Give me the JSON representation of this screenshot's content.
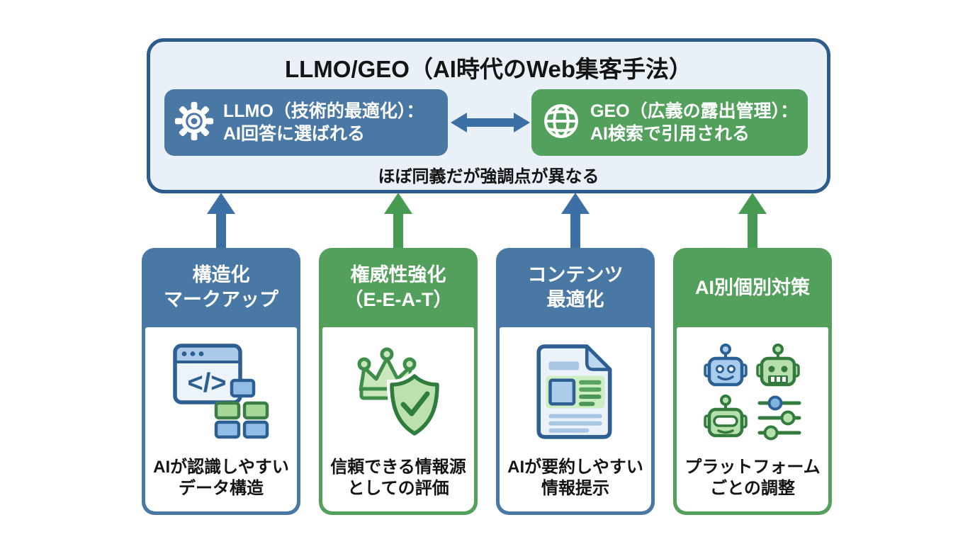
{
  "palette": {
    "blue": "#4a78a5",
    "green": "#53a05d",
    "outline_navy": "#2a5c8c",
    "panel_background": "#e9f0f8",
    "arrow_blue": "#3c6fa4",
    "arrow_green": "#479a51",
    "text_dark": "#141414"
  },
  "top_panel": {
    "title": "LLMO/GEO（AI時代のWeb集客手法）",
    "llmo_box": {
      "line1": "LLMO（技術的最適化）：",
      "line2": "AI回答に選ばれる"
    },
    "geo_box": {
      "line1": "GEO（広義の露出管理）：",
      "line2": "AI検索で引用される"
    },
    "note": "ほぼ同義だが強調点が異なる"
  },
  "cards": [
    {
      "title_line1": "構造化",
      "title_line2": "マークアップ",
      "caption_line1": "AIが認識しやすい",
      "caption_line2": "データ構造",
      "theme": "blue",
      "icon": "structured-markup-icon"
    },
    {
      "title_line1": "権威性強化",
      "title_line2": "（E-E-A-T）",
      "caption_line1": "信頼できる情報源",
      "caption_line2": "としての評価",
      "theme": "green",
      "icon": "authority-eeat-icon"
    },
    {
      "title_line1": "コンテンツ",
      "title_line2": "最適化",
      "caption_line1": "AIが要約しやすい",
      "caption_line2": "情報提示",
      "theme": "blue",
      "icon": "content-document-icon"
    },
    {
      "title_line1": "AI別個別対策",
      "title_line2": "",
      "caption_line1": "プラットフォーム",
      "caption_line2": "ごとの調整",
      "theme": "green",
      "icon": "ai-platforms-icon"
    }
  ]
}
